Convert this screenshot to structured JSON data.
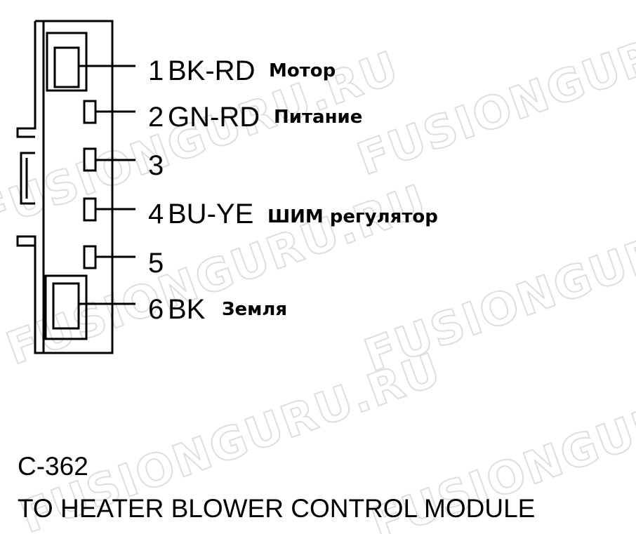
{
  "watermark": "FUSIONGURU.RU",
  "connector": {
    "id": "C-362",
    "description": "TO HEATER BLOWER CONTROL MODULE"
  },
  "pins": [
    {
      "number": "1",
      "wire": "BK-RD",
      "function": "Мотор"
    },
    {
      "number": "2",
      "wire": "GN-RD",
      "function": "Питание"
    },
    {
      "number": "3",
      "wire": "",
      "function": ""
    },
    {
      "number": "4",
      "wire": "BU-YE",
      "function": "ШИМ регулятор"
    },
    {
      "number": "5",
      "wire": "",
      "function": ""
    },
    {
      "number": "6",
      "wire": "BK",
      "function": "Земля"
    }
  ]
}
